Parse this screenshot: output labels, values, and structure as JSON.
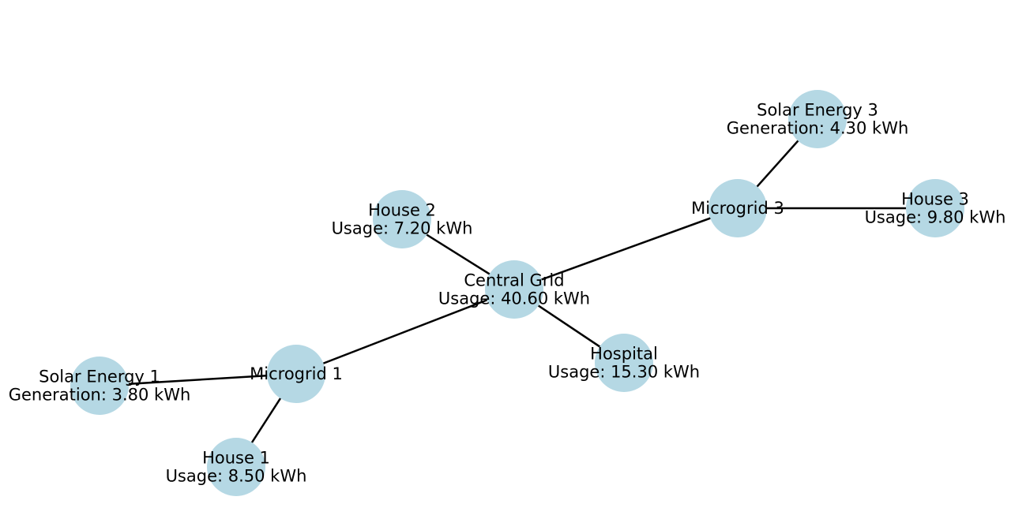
{
  "colors": {
    "node_fill": "#b5d8e4",
    "edge": "#000000",
    "label": "#000000",
    "background": "#ffffff"
  },
  "nodes": [
    {
      "id": "central-grid",
      "name": "Central Grid",
      "detail": "Usage: 40.60 kWh"
    },
    {
      "id": "hospital",
      "name": "Hospital",
      "detail": "Usage: 15.30 kWh"
    },
    {
      "id": "house-2",
      "name": "House 2",
      "detail": "Usage: 7.20 kWh"
    },
    {
      "id": "microgrid-1",
      "name": "Microgrid 1",
      "detail": ""
    },
    {
      "id": "microgrid-3",
      "name": "Microgrid 3",
      "detail": ""
    },
    {
      "id": "solar-energy-1",
      "name": "Solar Energy 1",
      "detail": "Generation: 3.80 kWh"
    },
    {
      "id": "house-1",
      "name": "House 1",
      "detail": "Usage: 8.50 kWh"
    },
    {
      "id": "solar-energy-3",
      "name": "Solar Energy 3",
      "detail": "Generation: 4.30 kWh"
    },
    {
      "id": "house-3",
      "name": "House 3",
      "detail": "Usage: 9.80 kWh"
    }
  ],
  "edges": [
    {
      "from": "central-grid",
      "to": "house-2"
    },
    {
      "from": "central-grid",
      "to": "hospital"
    },
    {
      "from": "central-grid",
      "to": "microgrid-1"
    },
    {
      "from": "central-grid",
      "to": "microgrid-3"
    },
    {
      "from": "microgrid-1",
      "to": "solar-energy-1"
    },
    {
      "from": "microgrid-1",
      "to": "house-1"
    },
    {
      "from": "microgrid-3",
      "to": "solar-energy-3"
    },
    {
      "from": "microgrid-3",
      "to": "house-3"
    }
  ]
}
